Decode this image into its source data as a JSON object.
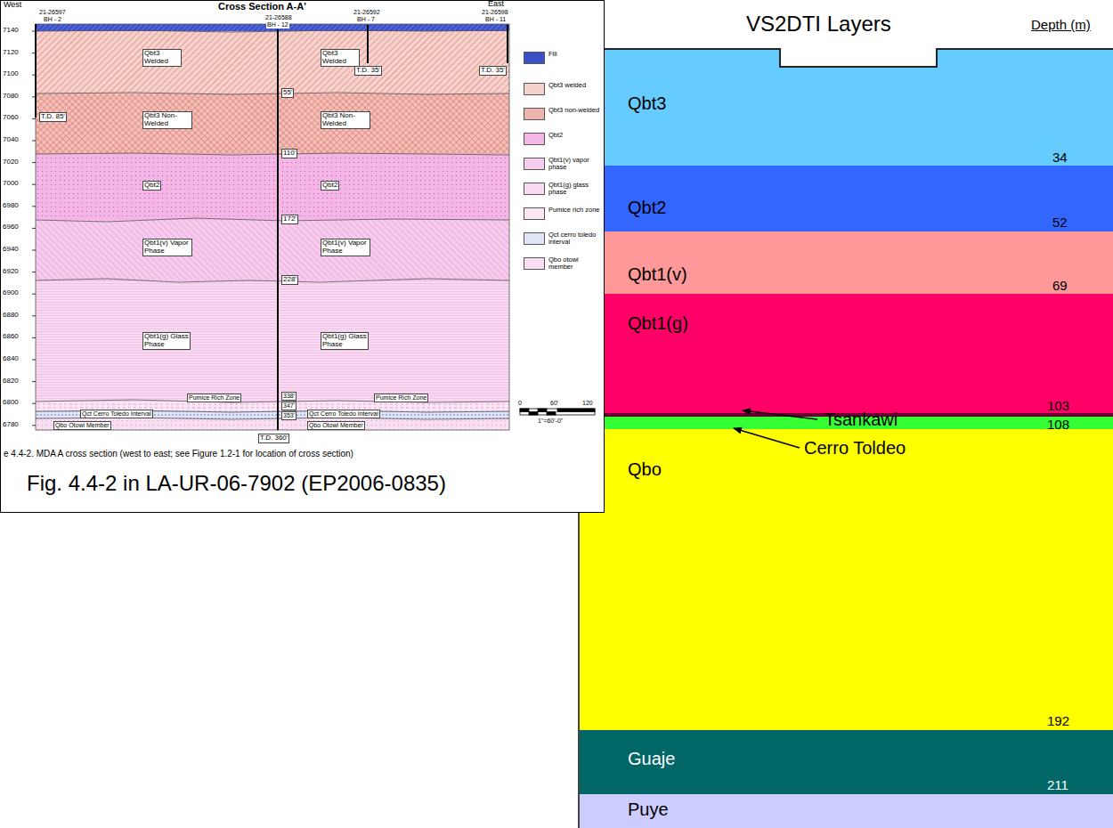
{
  "diagram": {
    "title": "VS2DTI Layers",
    "caption": "Fig. 4.4-2 in LA-UR-06-7902 (EP2006-0835)",
    "nodes": [
      {
        "text": [
          "Qbt3"
        ]
      },
      {
        "text": [
          "Qbt2"
        ]
      },
      {
        "text": [
          "Qbt1(v)"
        ]
      },
      {
        "text": [
          "Qbt1(g)"
        ]
      },
      {
        "text": [
          "Qbo"
        ]
      },
      {
        "text": [
          "Guaje"
        ]
      },
      {
        "text": [
          "Puye"
        ]
      }
    ],
    "labels": [
      "West",
      "Cross Section A-A'",
      "East",
      "21-26597",
      "BH - 2",
      "21-26588",
      "BH - 12",
      "21-26592",
      "BH - 7",
      "21-26598",
      "BH - 11",
      "7140",
      "7120",
      "7100",
      "7080",
      "7060",
      "7040",
      "7020",
      "7000",
      "6980",
      "6960",
      "6940",
      "6920",
      "6900",
      "6880",
      "6860",
      "6840",
      "6820",
      "6800",
      "6780",
      "Qbt3 Welded",
      "Qbt3 Welded",
      "Qbt3 Non-Welded",
      "Qbt3 Non-Welded",
      "Qbt2",
      "Qbt2",
      "Qbt1(v) Vapor Phase",
      "Qbt1(v) Vapor Phase",
      "Qbt1(g) Glass Phase",
      "Qbt1(g) Glass Phase",
      "Pumice Rich Zone",
      "Pumice Rich Zone",
      "Qct Cerro Toledo Interval",
      "Qct Cerro Toledo Interval",
      "Qbo Otowi Member",
      "Qbo Otowi Member",
      "55'",
      "110'",
      "172'",
      "228'",
      "338'",
      "347'",
      "353'",
      "T.D. 360'",
      "T.D. 85'",
      "T.D. 35'",
      "T.D. 35'",
      "0",
      "60'",
      "120",
      "1\"=60'-0\"",
      "e 4.4-2. MDA A cross section (west to east; see Figure 1.2-1 for location of cross section)",
      "Depth (m)",
      "34",
      "52",
      "69",
      "103",
      "108",
      "192",
      "211",
      "Tsankawi",
      "Cerro Toldeo"
    ],
    "legend": [
      {
        "text": "Fill",
        "color": "#3a50c8"
      },
      {
        "text": "Qbt3 welded",
        "color": "#f6d2cc"
      },
      {
        "text": "Qbt3 non-welded",
        "color": "#eeb4ac"
      },
      {
        "text": "Qbt2",
        "color": "#f3b6e6"
      },
      {
        "text": "Qbt1(v) vapor phase",
        "color": "#f6cbee"
      },
      {
        "text": "Qbt1(g) glass phase",
        "color": "#f9d9f1"
      },
      {
        "text": "Pumice rich zone",
        "color": "#fce6f6"
      },
      {
        "text": "Qct cerro toledo interval",
        "color": "#dfe4f6"
      },
      {
        "text": "Qbo otowi member",
        "color": "#f9dff1"
      }
    ]
  }
}
